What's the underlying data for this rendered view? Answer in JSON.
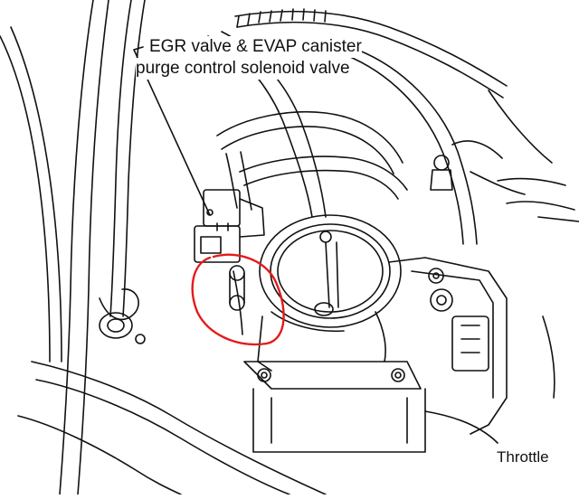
{
  "diagram": {
    "callouts": [
      {
        "id": "egr-label-line1",
        "text": "EGR valve & EVAP canister"
      },
      {
        "id": "egr-label-line2",
        "text": "purge control solenoid valve"
      },
      {
        "id": "throttle-label",
        "text": "Throttle"
      }
    ],
    "colors": {
      "line": "#111111",
      "highlight": "#e41b1b",
      "background": "#ffffff"
    },
    "highlight": {
      "shape": "hand-drawn-circle",
      "marks": "egr-solenoid-connector"
    }
  }
}
